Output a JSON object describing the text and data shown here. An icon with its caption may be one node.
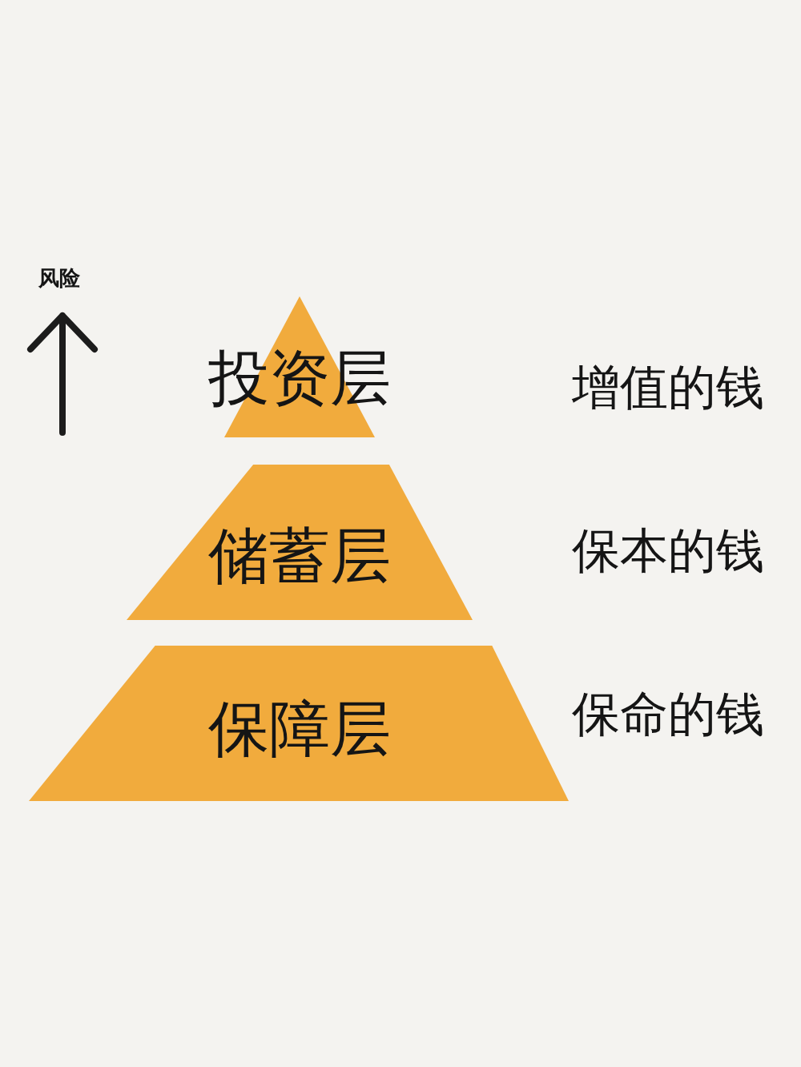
{
  "diagram": {
    "nodes": [
      {
        "text": [
          "投资层"
        ]
      },
      {
        "text": [
          "储蓄层"
        ]
      },
      {
        "text": [
          "保障层"
        ]
      }
    ],
    "labels": [
      "风险",
      "增值的钱",
      "保本的钱",
      "保命的钱"
    ]
  }
}
